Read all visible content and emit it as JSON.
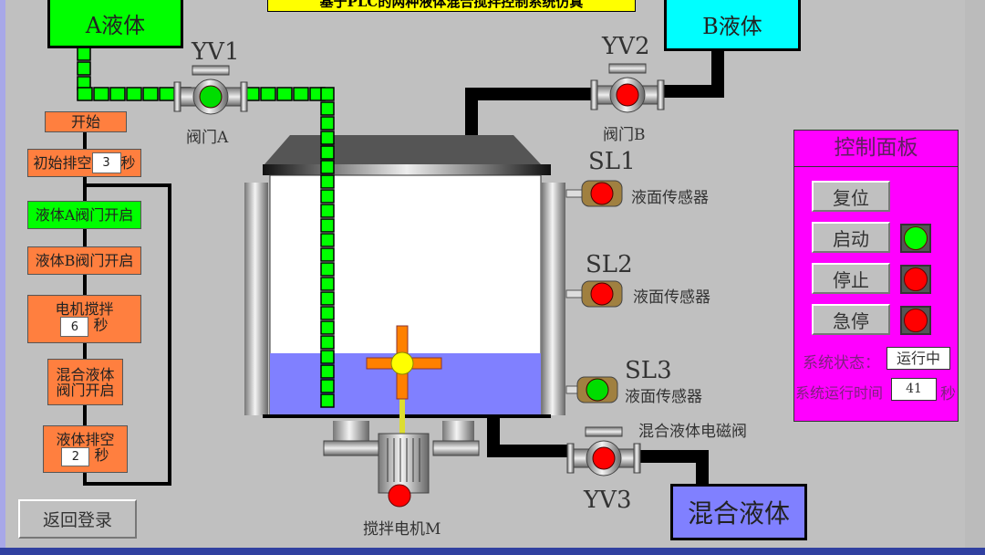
{
  "title": "基于PLC的两种液体混合搅拌控制系统仿真",
  "tanks": {
    "a": "A液体",
    "b": "B液体",
    "mix": "混合液体"
  },
  "valves": {
    "yv1": {
      "tag": "YV1",
      "name": "阀门A",
      "state": "open",
      "color": "#00dd00"
    },
    "yv2": {
      "tag": "YV2",
      "name": "阀门B",
      "state": "closed",
      "color": "#ff0000"
    },
    "yv3": {
      "tag": "YV3",
      "name": "混合液体电磁阀",
      "state": "closed",
      "color": "#ff0000"
    }
  },
  "sensors": [
    {
      "tag": "SL1",
      "name": "液面传感器",
      "state": "off",
      "color": "#ff0000"
    },
    {
      "tag": "SL2",
      "name": "液面传感器",
      "state": "off",
      "color": "#ff0000"
    },
    {
      "tag": "SL3",
      "name": "液面传感器",
      "state": "on",
      "color": "#00dd00"
    }
  ],
  "motor": {
    "name": "搅拌电机M",
    "state": "off",
    "color": "#ff0000"
  },
  "flow": {
    "start": "开始",
    "drain_init": {
      "label": "初始排空",
      "value": "3",
      "unit": "秒"
    },
    "valve_a": "液体A阀门开启",
    "valve_b": "液体B阀门开启",
    "mix": {
      "label": "电机搅拌",
      "value": "6",
      "unit": "秒"
    },
    "mix_valve": "混合液体阀门开启",
    "drain": {
      "label": "液体排空",
      "value": "2",
      "unit": "秒"
    },
    "active_step": "valve_a"
  },
  "panel": {
    "title": "控制面板",
    "reset": "复位",
    "start": "启动",
    "stop": "停止",
    "estop": "急停",
    "lamps": {
      "start": "#00ff00",
      "stop": "#ff0000",
      "estop": "#ff0000"
    },
    "status_label": "系统状态：",
    "status_value": "运行中",
    "time_label": "系统运行时间",
    "time_value": "41",
    "time_unit": "秒"
  },
  "back_button": "返回登录",
  "colors": {
    "pipe_a": "#00ff00",
    "liquid": "#8080ff",
    "panel": "#ff00ff",
    "step": "#ff7f3f",
    "active": "#00ff00"
  },
  "liquid_level": 0.25
}
